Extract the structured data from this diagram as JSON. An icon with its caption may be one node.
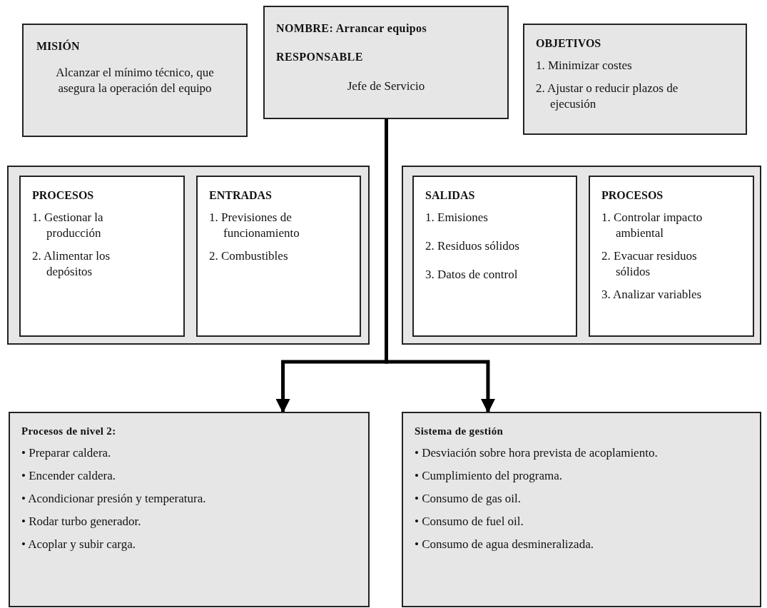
{
  "diagram": {
    "nodes": [
      {
        "text": [
          "MISIÓN",
          "Alcanzar el mínimo técnico, que asegura la operación del equipo"
        ]
      },
      {
        "text": [
          "NOMBRE: Arrancar equipos",
          "RESPONSABLE",
          "Jefe de Servicio"
        ]
      },
      {
        "text": [
          "OBJETIVOS",
          "1. Minimizar costes",
          "2. Ajustar o reducir plazos de ejecusión"
        ]
      },
      {
        "text": [],
        "shape": "box"
      },
      {
        "text": [
          "PROCESOS",
          "1. Gestionar la producción",
          "2. Alimentar los depósitos"
        ],
        "in": 3
      },
      {
        "text": [
          "ENTRADAS",
          "1. Previsiones de funcionamiento",
          "2. Combustibles"
        ],
        "in": 3
      },
      {
        "text": [],
        "shape": "box"
      },
      {
        "text": [
          "SALIDAS",
          "1. Emisiones",
          "2. Residuos sólidos",
          "3. Datos de control"
        ],
        "in": 6
      },
      {
        "text": [
          "PROCESOS",
          "1. Controlar impacto ambiental",
          "2. Evacuar residuos sólidos",
          "3. Analizar variables"
        ],
        "in": 6
      },
      {
        "text": [
          "Procesos de nivel 2:",
          "• Preparar caldera.",
          "• Encender caldera.",
          "• Acondicionar presión y temperatura.",
          "• Rodar turbo generador.",
          "• Acoplar y subir carga."
        ]
      },
      {
        "text": [
          "Sistema de gestión",
          "• Desviación sobre hora prevista de acoplamiento.",
          "• Cumplimiento del programa.",
          "• Consumo de gas oil.",
          "• Consumo de fuel oil.",
          "• Consumo de agua desmineralizada."
        ]
      }
    ],
    "edges": [
      {
        "from": 1,
        "to": 9,
        "arrow": "to"
      },
      {
        "from": 1,
        "to": 10,
        "arrow": "to"
      }
    ]
  }
}
